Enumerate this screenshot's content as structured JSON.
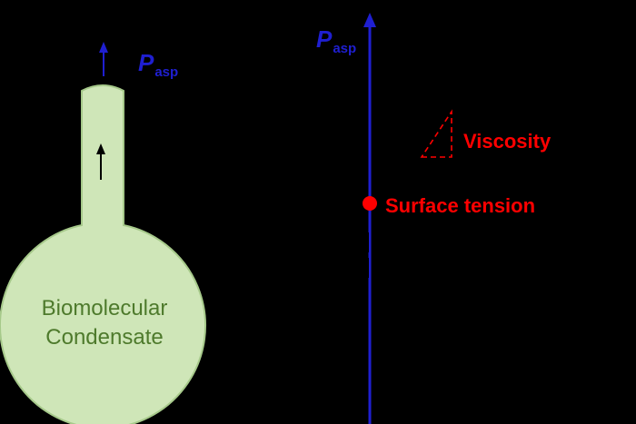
{
  "left_panel": {
    "pressure_symbol": "P",
    "pressure_subscript": "asp",
    "condensate_line1": "Biomolecular",
    "condensate_line2": "Condensate"
  },
  "right_panel": {
    "pressure_symbol": "P",
    "pressure_subscript": "asp",
    "viscosity_label": "Viscosity",
    "surface_tension_label": "Surface tension"
  },
  "colors": {
    "background": "#000000",
    "condensate_fill": "#cfe6b8",
    "condensate_stroke": "#a6c98a",
    "condensate_text": "#4e7a2c",
    "axis": "#1f1fd1",
    "marker": "#ff0000"
  }
}
